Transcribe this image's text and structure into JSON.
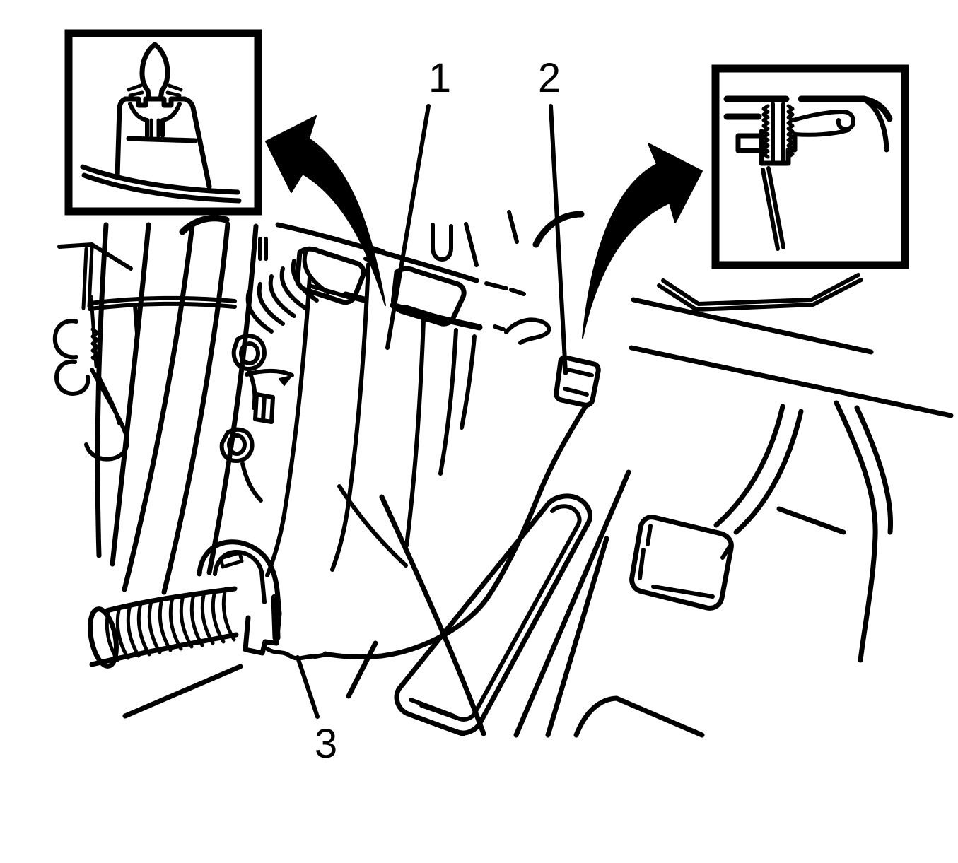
{
  "figure": {
    "callouts": [
      {
        "id": "1",
        "text": "1"
      },
      {
        "id": "2",
        "text": "2"
      },
      {
        "id": "3",
        "text": "3"
      }
    ],
    "icons": [
      {
        "name": "curved-arrow-to-left-inset"
      },
      {
        "name": "curved-arrow-to-right-inset"
      }
    ],
    "colors": {
      "line": "#000000",
      "background": "#ffffff"
    }
  }
}
